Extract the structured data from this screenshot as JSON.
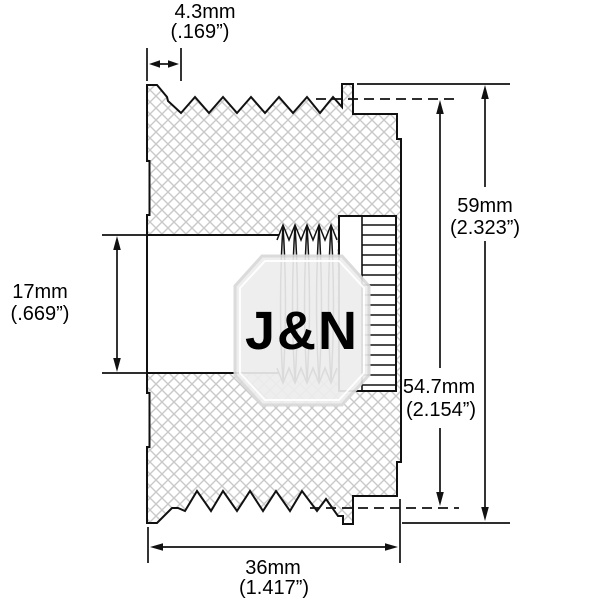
{
  "drawing": {
    "watermark": {
      "text": "J&N"
    },
    "dimensions": {
      "groove_width": {
        "metric": "4.3mm",
        "imperial": "(.169”)"
      },
      "bore_diameter": {
        "metric": "17mm",
        "imperial": "(.669”)"
      },
      "outer_diameter": {
        "metric": "59mm",
        "imperial": "(2.323”)"
      },
      "hub_diameter": {
        "metric": "54.7mm",
        "imperial": "(2.154”)"
      },
      "overall_width": {
        "metric": "36mm",
        "imperial": "(1.417”)"
      }
    },
    "colors": {
      "outline": "#111111",
      "hatch": "#c9c9c9",
      "watermark_fill": "#ededed",
      "watermark_stroke": "#d9d9d9",
      "background": "#ffffff"
    }
  }
}
